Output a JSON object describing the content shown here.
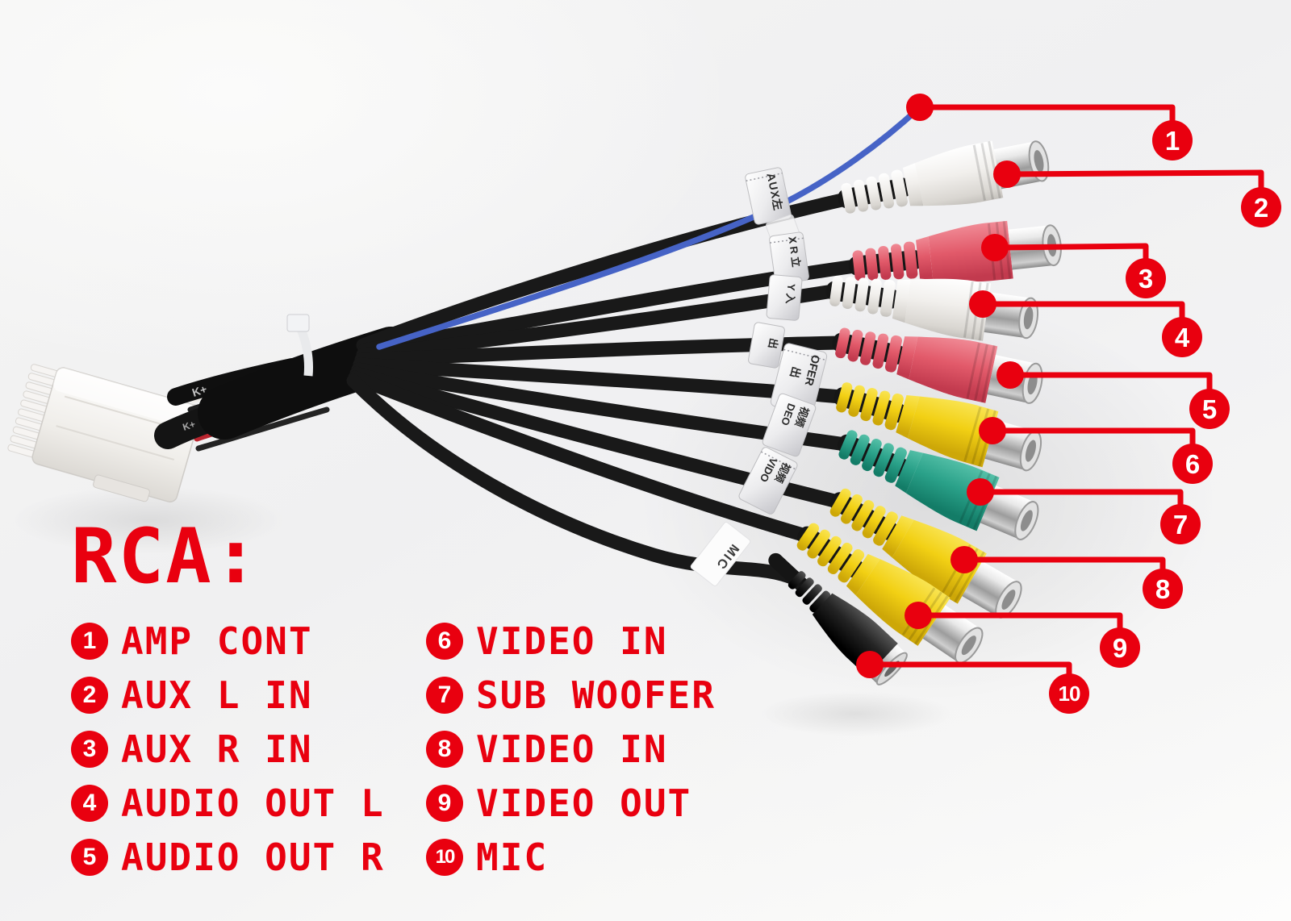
{
  "legend": {
    "heading": "RCA:",
    "columns": {
      "left": [
        {
          "num": "1",
          "label": "AMP CONT"
        },
        {
          "num": "2",
          "label": "AUX L IN"
        },
        {
          "num": "3",
          "label": "AUX R IN"
        },
        {
          "num": "4",
          "label": "AUDIO OUT L"
        },
        {
          "num": "5",
          "label": "AUDIO OUT R"
        }
      ],
      "right": [
        {
          "num": "6",
          "label": "VIDEO IN"
        },
        {
          "num": "7",
          "label": "SUB WOOFER"
        },
        {
          "num": "8",
          "label": "VIDEO IN"
        },
        {
          "num": "9",
          "label": "VIDEO OUT"
        },
        {
          "num": "10",
          "label": "MIC"
        }
      ]
    }
  },
  "callouts": [
    {
      "num": "1",
      "label": "AMP CONT",
      "connector": "blue wire"
    },
    {
      "num": "2",
      "label": "AUX L IN",
      "connector": "white rca female"
    },
    {
      "num": "3",
      "label": "AUX R IN",
      "connector": "red rca female"
    },
    {
      "num": "4",
      "label": "AUDIO OUT L",
      "connector": "white rca female"
    },
    {
      "num": "5",
      "label": "AUDIO OUT R",
      "connector": "red rca female"
    },
    {
      "num": "6",
      "label": "VIDEO IN",
      "connector": "yellow rca female"
    },
    {
      "num": "7",
      "label": "SUB WOOFER",
      "connector": "green rca female"
    },
    {
      "num": "8",
      "label": "VIDEO IN",
      "connector": "yellow rca female"
    },
    {
      "num": "9",
      "label": "VIDEO OUT",
      "connector": "yellow rca female"
    },
    {
      "num": "10",
      "label": "MIC",
      "connector": "black jack female"
    }
  ],
  "cable_tags": {
    "aux_l": "AUX左",
    "aux_r": "X R 立",
    "y": "Y 入",
    "audio": "出",
    "sub_a": "OFER",
    "sub_b": "出",
    "vin_a": "视频",
    "vin_b": "DEO",
    "vout_a": "视频",
    "vout_b": "VIDO",
    "mic": "MIC",
    "heatshrink": "K+"
  },
  "palette": {
    "accent_red": "#e9000f",
    "blue_wire": "#4663c6",
    "rca_white": "#efece8",
    "rca_red": "#e25a68",
    "rca_yellow": "#f2d014",
    "rca_green": "#2aa189",
    "metal_silver": "#c9c9c9",
    "cable_black": "#141414"
  }
}
